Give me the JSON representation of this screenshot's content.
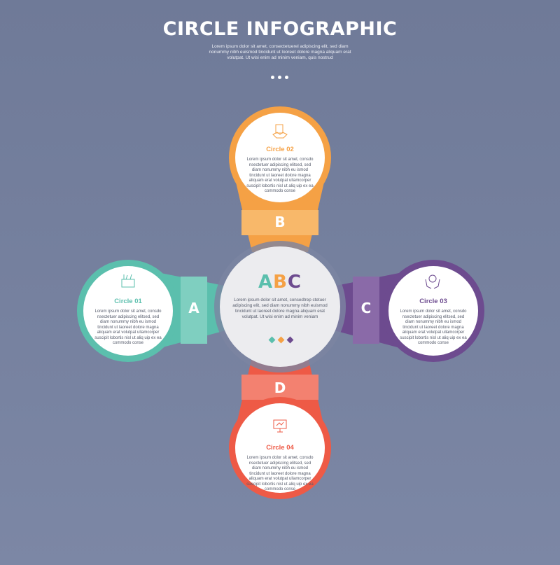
{
  "header": {
    "title": "CIRCLE INFOGRAPHIC",
    "subtitle": "Lorem ipsum dolor sit amet, consectetuerel adipiscing elit, sed diam nonummy nibh euismod tincidunt ut looreet dolore magna aliquam erat volutpat. Ut wisi enim ad minim veniam, quis nostrud"
  },
  "center": {
    "title_letters": [
      "A",
      "B",
      "C"
    ],
    "body": "Lorem ipsum dolor sit amet, consedtrep ctetuer adipiscing elit, sed diam nonummy nibh euismod tincidunt ut laoreet dolore magna aliquam erat volutpat. Ut wisi enim ad minim veniam"
  },
  "items": [
    {
      "letter": "A",
      "title": "Circle 01",
      "body": "Lorem ipsum dolor sit amet, consdo nsectetuer adipiscing elitsed, sed diam nonummy nibh eu ismod tincidunt ut laoreet dolore magna aliquam erat volutpat ullamcorper suscipit lobortis nisl ut aliq uip ex ea commodo conse",
      "color": "#5bbfad",
      "icon": "box-with-tools-icon"
    },
    {
      "letter": "B",
      "title": "Circle 02",
      "body": "Lorem ipsum dolor sit amet, consdo nsectetuer adipiscing elitsed, sed diam nonummy nibh eu ismod tincidunt ut laoreet dolore magna aliquam erat volutpat ullamcorper suscipit lobortis nisl ut aliq uip ex ea commodo conse",
      "color": "#f5a145",
      "icon": "handshake-document-icon"
    },
    {
      "letter": "C",
      "title": "Circle 03",
      "body": "Lorem ipsum dolor sit amet, consdo nsectetuer adipiscing elitsed, sed diam nonummy nibh eu ismod tincidunt ut laoreet dolore magna aliquam erat volutpat ullamcorper suscipit lobortis nisl ut aliq uip ex ea commodo conse",
      "color": "#6d4b8f",
      "icon": "hands-holding-globe-icon"
    },
    {
      "letter": "D",
      "title": "Circle 04",
      "body": "Lorem ipsum dolor sit amet, consdo nsectetuer adipiscing elitsed, sed diam nonummy nibh eu ismod tincidunt ut laoreet dolore magna aliquam erat volutpat ullamcorper suscipit lobortis nisl ut aliq uip ex ea commodo conse",
      "color": "#ee5a46",
      "icon": "presentation-board-icon"
    }
  ],
  "colors": {
    "background": "#727d9b",
    "teal": "#5bbfad",
    "orange": "#f5a145",
    "purple": "#6d4b8f",
    "red": "#ee5a46"
  }
}
